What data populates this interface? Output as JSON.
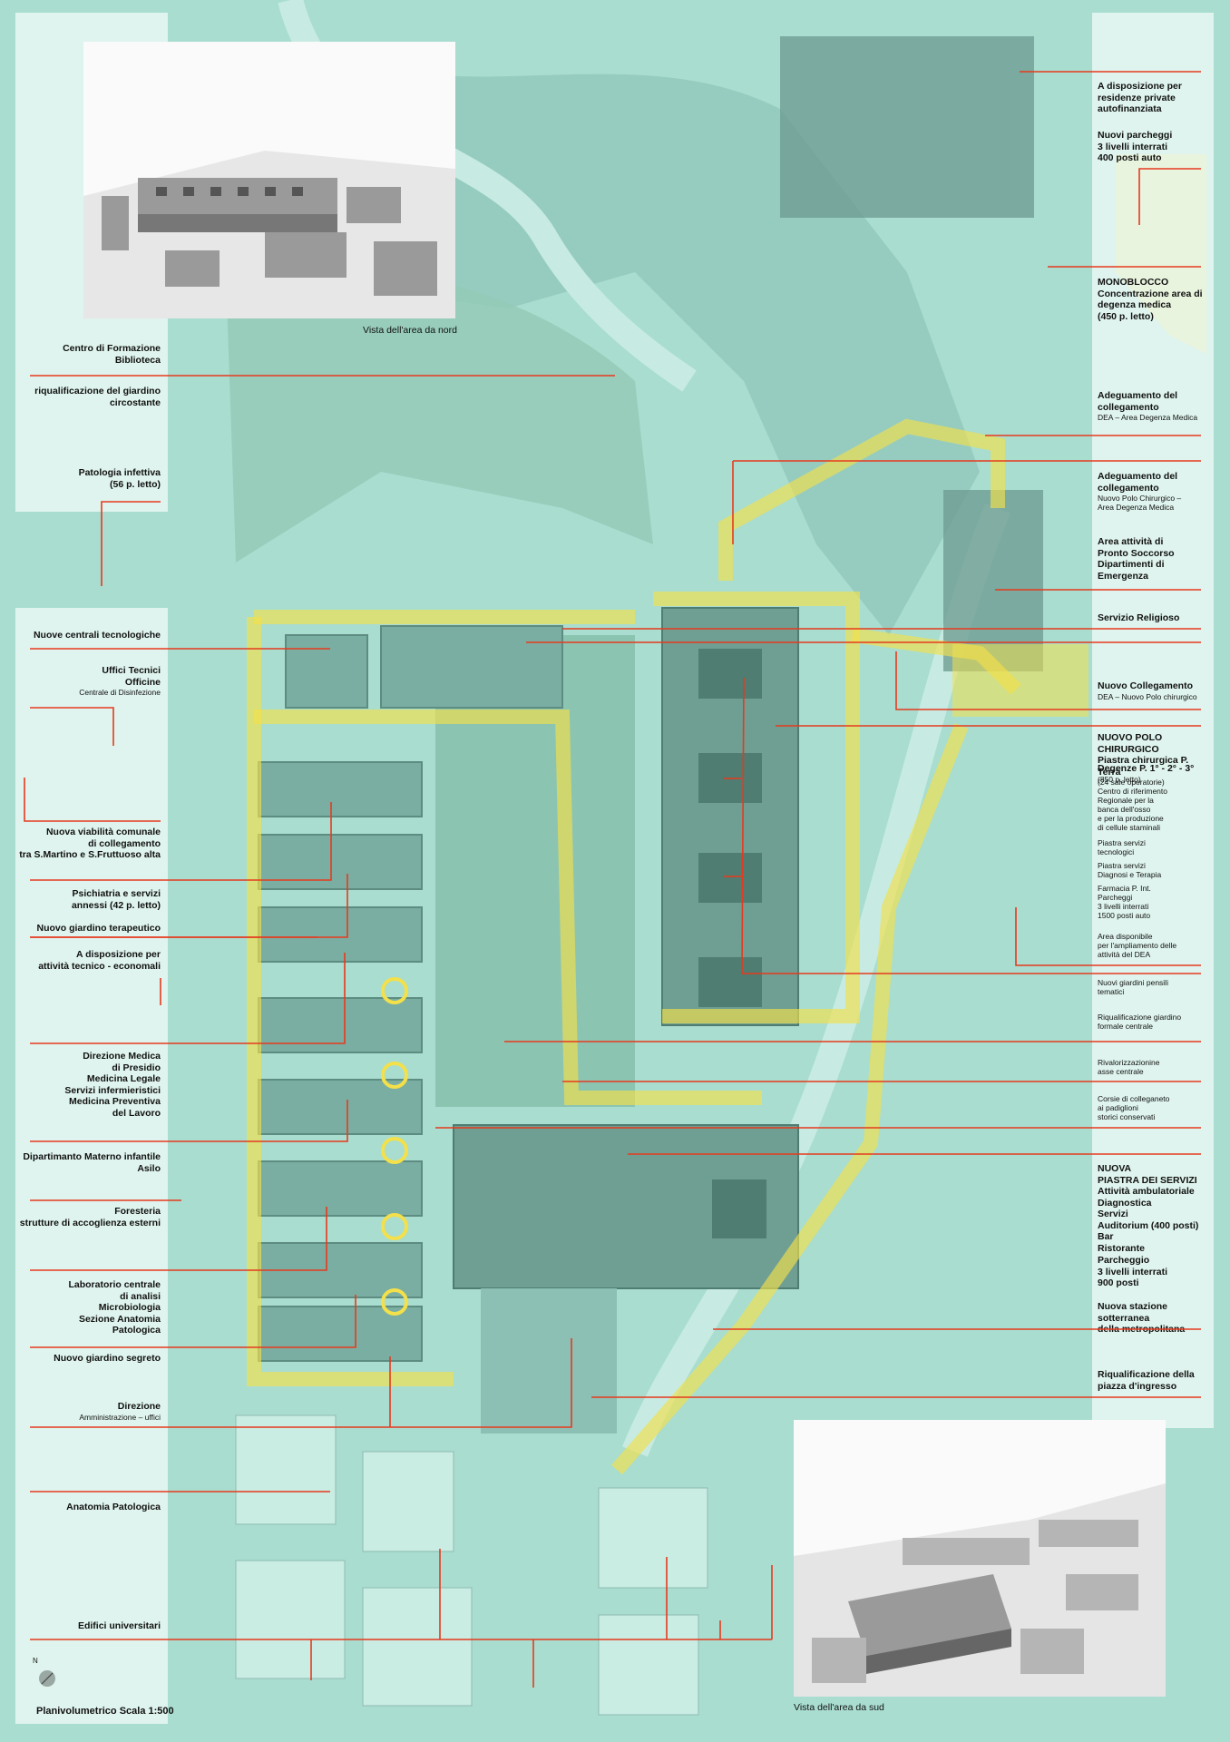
{
  "labels_left": [
    {
      "id": "centro-formazione",
      "lines": [
        "Centro di Formazione",
        "Biblioteca"
      ]
    },
    {
      "id": "giardino-circostante",
      "lines": [
        "riqualificazione del giardino",
        "circostante"
      ]
    },
    {
      "id": "patologia-infettiva",
      "lines": [
        "Patologia infettiva",
        "(56 p. letto)"
      ]
    },
    {
      "id": "centrali-tecnologiche",
      "lines": [
        "Nuove centrali tecnologiche"
      ]
    },
    {
      "id": "uffici-tecnici",
      "lines": [
        "Uffici Tecnici",
        "Officine",
        "Centrale di Disinfezione"
      ]
    },
    {
      "id": "nuova-viabilita",
      "lines": [
        "Nuova viabilità comunale",
        "di collegamento",
        "tra S.Martino e S.Fruttuoso alta"
      ]
    },
    {
      "id": "psichiatria",
      "lines": [
        "Psichiatria e servizi",
        "annessi (42 p. letto)"
      ]
    },
    {
      "id": "giardino-terapeutico",
      "lines": [
        "Nuovo giardino terapeutico"
      ]
    },
    {
      "id": "tecnico-economali",
      "lines": [
        "A disposizione per",
        "attività tecnico - economali"
      ]
    },
    {
      "id": "direzione-medica",
      "lines": [
        "Direzione Medica",
        "di Presidio",
        "Medicina Legale",
        "Servizi infermieristici",
        "Medicina Preventiva",
        "del Lavoro"
      ]
    },
    {
      "id": "materno-infantile",
      "lines": [
        "Dipartimanto  Materno infantile",
        "Asilo"
      ]
    },
    {
      "id": "foresteria",
      "lines": [
        "Foresteria",
        "strutture di accoglienza esterni"
      ]
    },
    {
      "id": "laboratorio",
      "lines": [
        "Laboratorio centrale",
        "di analisi",
        "Microbiologia",
        "Sezione Anatomia",
        "Patologica"
      ]
    },
    {
      "id": "giardino-segreto",
      "lines": [
        "Nuovo giardino segreto"
      ]
    },
    {
      "id": "direzione",
      "lines": [
        "Direzione",
        "Amministrazione – uffici"
      ]
    },
    {
      "id": "anatomia-patologica",
      "lines": [
        "Anatomia Patologica"
      ]
    },
    {
      "id": "edifici-universitari",
      "lines": [
        "Edifici universitari"
      ]
    }
  ],
  "labels_right": [
    {
      "id": "residenze-private",
      "lines": [
        "A disposizione per",
        "residenze private",
        "autofinanziata"
      ]
    },
    {
      "id": "nuovi-parcheggi",
      "lines": [
        "Nuovi parcheggi",
        "3 livelli interrati",
        "400 posti auto"
      ]
    },
    {
      "id": "monoblocco",
      "lines": [
        "MONOBLOCCO",
        "Concentrazione area di",
        "degenza medica",
        "(450 p. letto)"
      ]
    },
    {
      "id": "adeguamento-1",
      "lines": [
        "Adeguamento del",
        "collegamento"
      ],
      "small": [
        "DEA – Area Degenza Medica"
      ]
    },
    {
      "id": "adeguamento-2",
      "lines": [
        "Adeguamento del",
        "collegamento"
      ],
      "small": [
        "Nuovo Polo Chirurgico –",
        "Area Degenza Medica"
      ]
    },
    {
      "id": "pronto-soccorso",
      "lines": [
        "Area attività di",
        "Pronto Soccorso",
        "Dipartimenti di",
        "Emergenza"
      ]
    },
    {
      "id": "servizio-religioso",
      "lines": [
        "Servizio Religioso"
      ]
    },
    {
      "id": "nuovo-collegamento",
      "lines": [
        "Nuovo  Collegamento"
      ],
      "small": [
        "DEA – Nuovo  Polo chirurgico"
      ]
    },
    {
      "id": "polo-chirurgico",
      "lines": [
        "NUOVO POLO CHIRURGICO",
        "Piastra chirurgica  P. Terra"
      ],
      "small": [
        "(24 sale operatorie)"
      ]
    },
    {
      "id": "degenze",
      "lines": [
        "Degenze   P. 1° - 2° - 3°"
      ],
      "small": [
        "(850 p. letto)"
      ]
    },
    {
      "id": "centro-riferimento",
      "small": [
        "Centro di riferimento",
        "Regionale per la",
        "banca dell'osso",
        "e per la produzione",
        "di cellule staminali"
      ]
    },
    {
      "id": "servizi-tecnologici",
      "small": [
        "Piastra servizi",
        "tecnologici"
      ]
    },
    {
      "id": "servizi-diagnosi",
      "small": [
        "Piastra servizi",
        "Diagnosi e Terapia"
      ]
    },
    {
      "id": "farmacia",
      "small": [
        "Farmacia                P. Int.",
        "Parcheggi",
        "3 livelli interrati",
        "1500 posti auto"
      ]
    },
    {
      "id": "area-disponibile",
      "small": [
        "Area disponibile",
        "per l'ampliamento delle",
        "attività del DEA"
      ]
    },
    {
      "id": "giardini-pensili",
      "small": [
        "Nuovi giardini pensili",
        "tematici"
      ]
    },
    {
      "id": "giardino-formale",
      "small": [
        "Riqualificazione giardino",
        "formale centrale"
      ]
    },
    {
      "id": "asse-centrale",
      "small": [
        "Rivalorizzazionine",
        "asse centrale"
      ]
    },
    {
      "id": "corsie",
      "small": [
        "Corsie di colleganeto",
        "ai padiglioni",
        "storici conservati"
      ]
    },
    {
      "id": "piastra-servizi",
      "lines": [
        "NUOVA",
        "PIASTRA DEI SERVIZI",
        "Attività ambulatoriale",
        "Diagnostica",
        "Servizi",
        "Auditorium (400 posti)",
        "Bar",
        "Ristorante"
      ]
    },
    {
      "id": "parcheggio-900",
      "lines": [
        "Parcheggio",
        "3 livelli interrati",
        "900 posti"
      ]
    },
    {
      "id": "stazione-metropolitana",
      "lines": [
        "Nuova stazione sotterranea",
        "della metropolitana"
      ]
    },
    {
      "id": "piazza-ingresso",
      "lines": [
        "Riqualificazione della",
        "piazza d'ingresso"
      ]
    }
  ],
  "captions": {
    "north_view": "Vista dell'area da nord",
    "south_view": "Vista dell'area da sud"
  },
  "scale_label": "Planivolumetrico   Scala 1:500",
  "north_label": "N",
  "colors": {
    "leader": "#e63a1e",
    "path": "#f3e04a",
    "ground": "#a9ddd0",
    "building": "#6f9e93"
  }
}
